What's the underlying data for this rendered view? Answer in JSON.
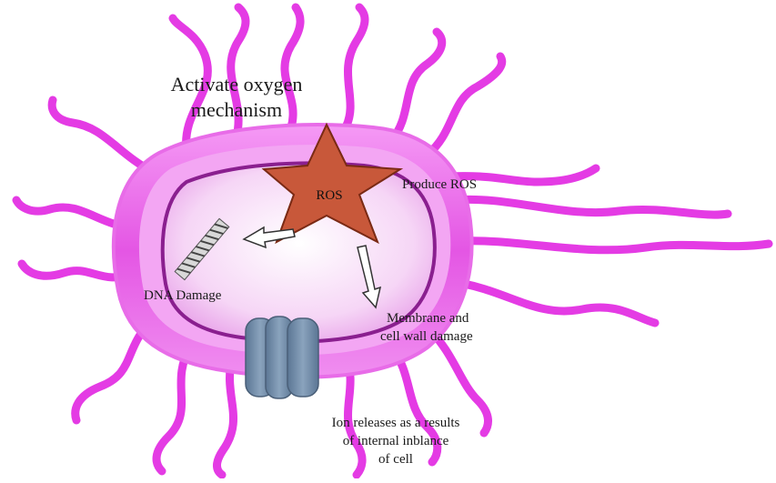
{
  "diagram": {
    "title_line1": "Activate oxygen",
    "title_line2": "mechanism",
    "ros_label": "ROS",
    "produce_label": "Produce ROS",
    "dna_label": "DNA Damage",
    "membrane_line1": "Membrane and",
    "membrane_line2": "cell wall damage",
    "ion_line1": "Ion releases as a results",
    "ion_line2": "of internal inblance",
    "ion_line3": "of cell"
  },
  "colors": {
    "flagella": "#e43be4",
    "cell_outer": "#ef6fef",
    "cell_wall": "#d13ad1",
    "membrane_line": "#8a1f8f",
    "cytoplasm": "#f6c6f6",
    "star_fill": "#c8583a",
    "star_stroke": "#7a2a14",
    "channel": "#6f8aa6"
  },
  "icons": [
    "dna-helix-icon",
    "arrow-left-icon",
    "arrow-down-icon",
    "ros-star-icon",
    "ion-channel-icon"
  ]
}
